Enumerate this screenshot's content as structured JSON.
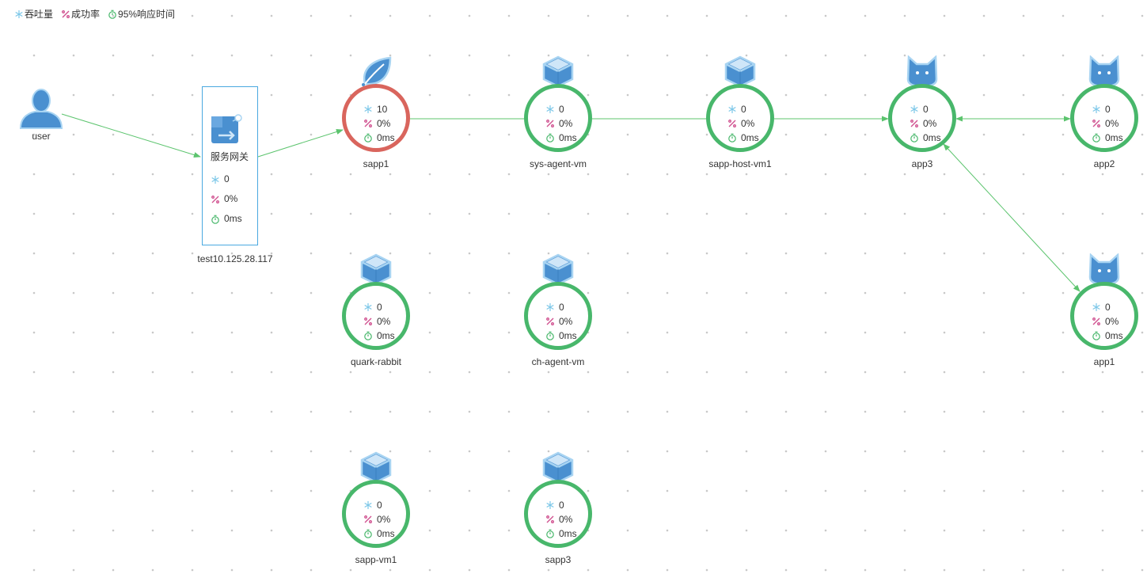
{
  "legend": {
    "throughput": "吞吐量",
    "success": "成功率",
    "response": "95%响应时间"
  },
  "colors": {
    "ring_ok": "#48b76b",
    "ring_bad": "#d9655d",
    "edge": "#5cc46e",
    "gateway_border": "#4aa9e0",
    "icon_blue": "#4a90d0",
    "throughput_icon": "#7cc7e8",
    "success_icon": "#d0508f",
    "response_icon": "#48b76b"
  },
  "user": {
    "label": "user",
    "icon": "user-icon"
  },
  "gateway": {
    "title": "服务网关",
    "throughput": "0",
    "success": "0%",
    "response": "0ms",
    "label": "test10.125.28.117",
    "icon": "gateway-icon"
  },
  "nodes": [
    {
      "id": "sapp1",
      "label": "sapp1",
      "icon": "leaf-icon",
      "status": "bad",
      "throughput": "10",
      "success": "0%",
      "response": "0ms"
    },
    {
      "id": "sys-agent-vm",
      "label": "sys-agent-vm",
      "icon": "box-icon",
      "status": "ok",
      "throughput": "0",
      "success": "0%",
      "response": "0ms"
    },
    {
      "id": "sapp-host-vm1",
      "label": "sapp-host-vm1",
      "icon": "box-icon",
      "status": "ok",
      "throughput": "0",
      "success": "0%",
      "response": "0ms"
    },
    {
      "id": "app3",
      "label": "app3",
      "icon": "cat-icon",
      "status": "ok",
      "throughput": "0",
      "success": "0%",
      "response": "0ms"
    },
    {
      "id": "app2",
      "label": "app2",
      "icon": "cat-icon",
      "status": "ok",
      "throughput": "0",
      "success": "0%",
      "response": "0ms"
    },
    {
      "id": "quark-rabbit",
      "label": "quark-rabbit",
      "icon": "box-icon",
      "status": "ok",
      "throughput": "0",
      "success": "0%",
      "response": "0ms"
    },
    {
      "id": "ch-agent-vm",
      "label": "ch-agent-vm",
      "icon": "box-icon",
      "status": "ok",
      "throughput": "0",
      "success": "0%",
      "response": "0ms"
    },
    {
      "id": "app1",
      "label": "app1",
      "icon": "cat-icon",
      "status": "ok",
      "throughput": "0",
      "success": "0%",
      "response": "0ms"
    },
    {
      "id": "sapp-vm1",
      "label": "sapp-vm1",
      "icon": "box-icon",
      "status": "ok",
      "throughput": "0",
      "success": "0%",
      "response": "0ms"
    },
    {
      "id": "sapp3",
      "label": "sapp3",
      "icon": "box-icon",
      "status": "ok",
      "throughput": "0",
      "success": "0%",
      "response": "0ms"
    }
  ],
  "edges": [
    {
      "from": "user",
      "to": "gateway",
      "arrow_start": false,
      "arrow_end": true
    },
    {
      "from": "gateway",
      "to": "sapp1",
      "arrow_start": false,
      "arrow_end": true
    },
    {
      "from": "sapp1",
      "to": "sys-agent-vm",
      "arrow_start": false,
      "arrow_end": false
    },
    {
      "from": "sys-agent-vm",
      "to": "sapp-host-vm1",
      "arrow_start": false,
      "arrow_end": false
    },
    {
      "from": "sapp-host-vm1",
      "to": "app3",
      "arrow_start": false,
      "arrow_end": true
    },
    {
      "from": "app3",
      "to": "app2",
      "arrow_start": true,
      "arrow_end": true
    },
    {
      "from": "app3",
      "to": "app1",
      "arrow_start": true,
      "arrow_end": true
    }
  ]
}
